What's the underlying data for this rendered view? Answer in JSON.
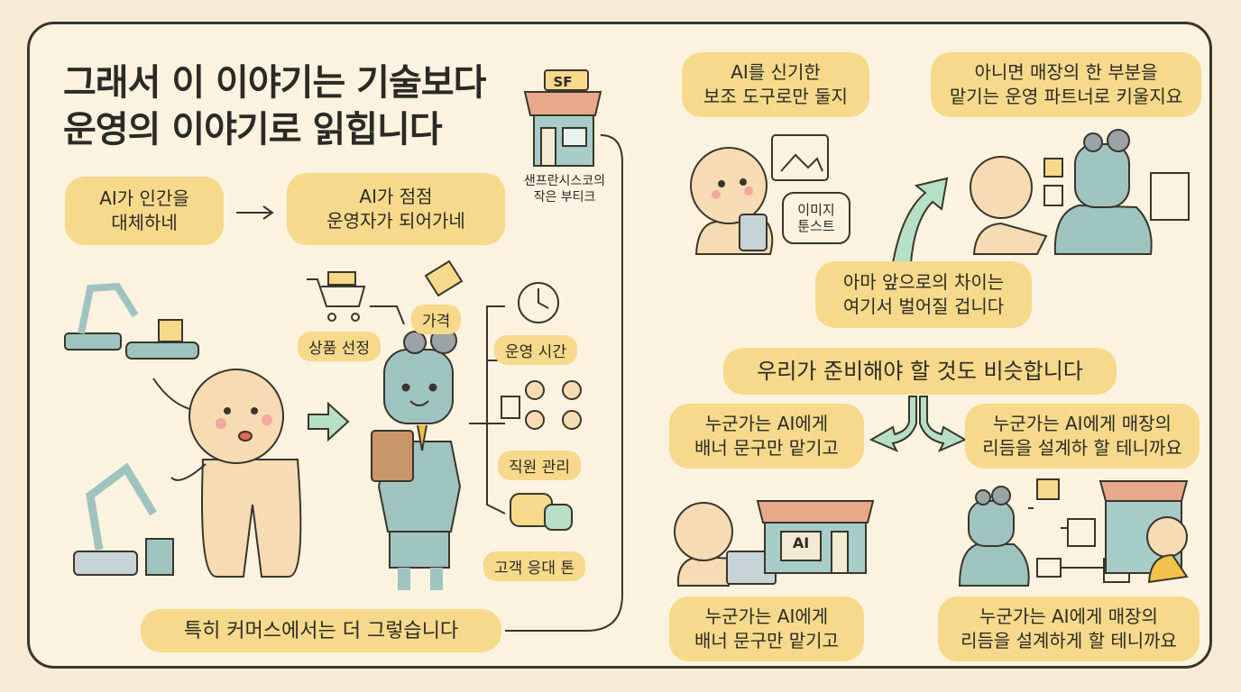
{
  "title": {
    "line1": "그래서 이 이야기는 기술보다",
    "line2": "운영의 이야기로 읽힙니다"
  },
  "left": {
    "from": {
      "line1": "AI가 인간을",
      "line2": "대체하네"
    },
    "to": {
      "line1": "AI가 점점",
      "line2": "운영자가 되어가네"
    },
    "store_sign": "SF",
    "store_caption": {
      "line1": "샌프란시스코의",
      "line2": "작은 부티크"
    },
    "tasks": {
      "product": "상품 선정",
      "price": "가격",
      "hours": "운영 시간",
      "staff": "직원 관리",
      "tone": "고객 응대 톤"
    },
    "commerce": "특히 커머스에서는 더 그렇습니다"
  },
  "right": {
    "tool": {
      "line1": "AI를 신기한",
      "line2": "보조 도구로만 둘지"
    },
    "partner": {
      "line1": "아니면 매장의 한 부분을",
      "line2": "맡기는 운영 파트너로 키울지요"
    },
    "tool_note": {
      "line1": "이미지",
      "line2": "툰스트"
    },
    "difference": {
      "line1": "아마 앞으로의 차이는",
      "line2": "여기서 벌어질 겁니다"
    },
    "prepare": "우리가 준비해야 할 것도 비슷합니다",
    "opt_a": {
      "line1": "누군가는 AI에게",
      "line2": "배너 문구만 맡기고"
    },
    "opt_b": {
      "line1": "누군가는 AI에게 매장의",
      "line2": "리듬을 설계하 할 테니까요"
    },
    "shop_sign": "AI",
    "bottom_a": {
      "line1": "누군가는 AI에게",
      "line2": "배너 문구만 맡기고"
    },
    "bottom_b": {
      "line1": "누군가는 AI에게 매장의",
      "line2": "리듬을 설계하게 할 테니까요"
    }
  },
  "colors": {
    "background": "#f7ecd3",
    "pill": "#f6d98a",
    "robot": "#9fc4bf",
    "skin": "#f7dbb2",
    "arrow": "#b7dfc8"
  }
}
